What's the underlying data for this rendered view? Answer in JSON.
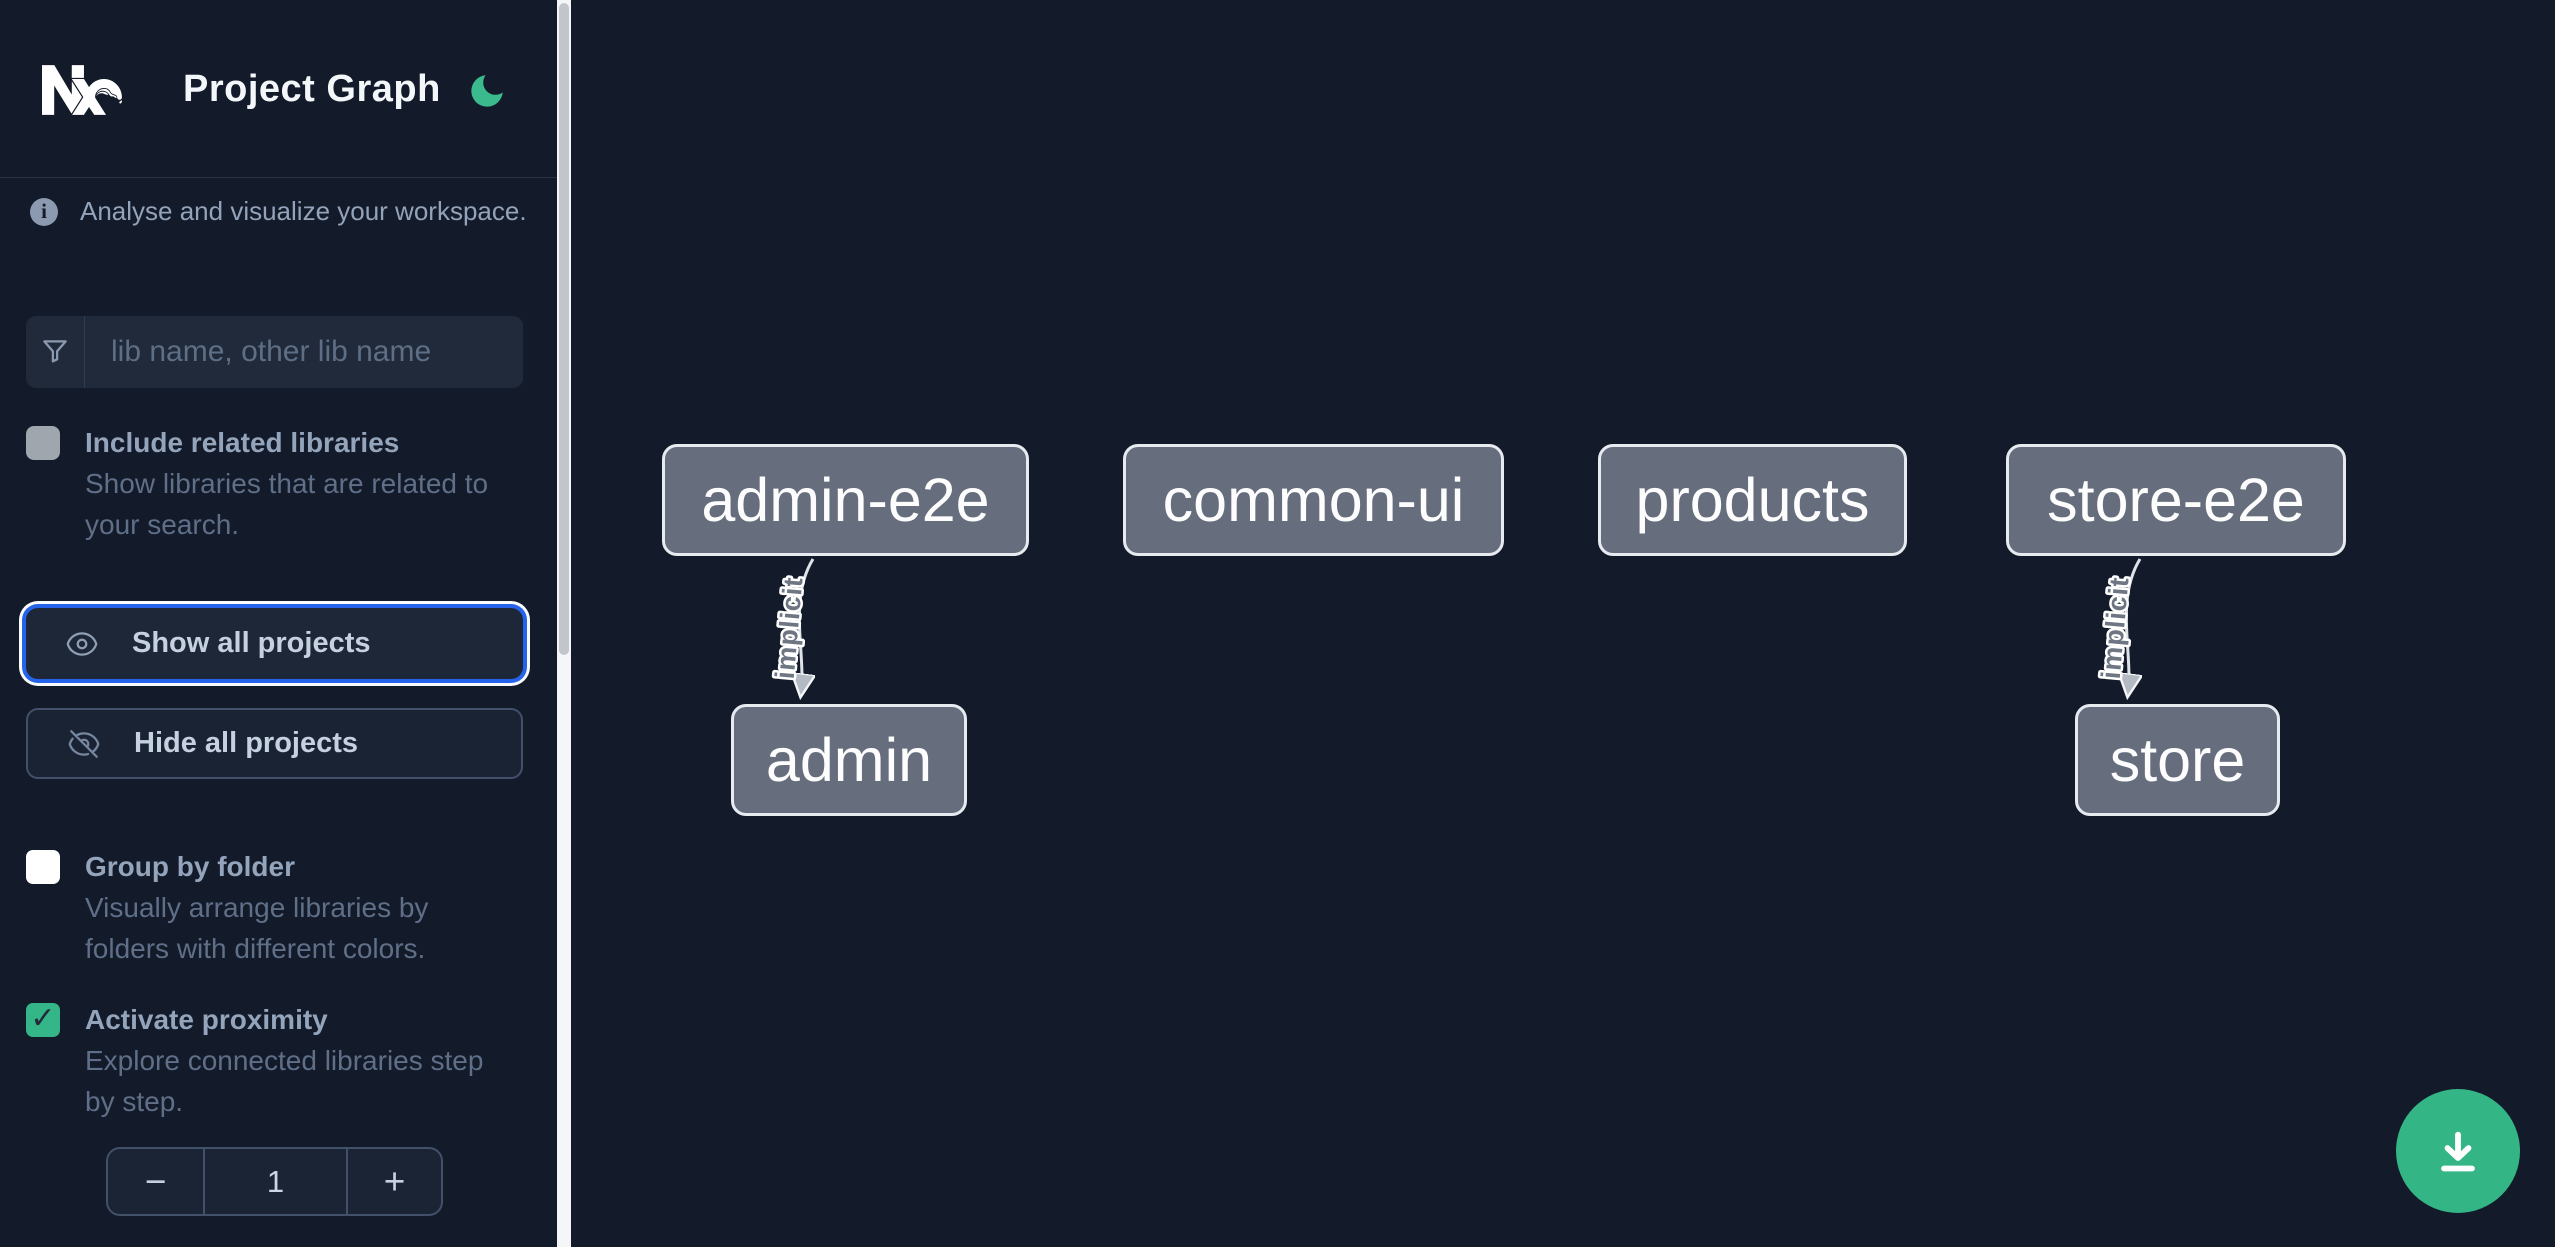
{
  "header": {
    "app_title": "Project Graph"
  },
  "sidebar": {
    "info_text": "Analyse and visualize your workspace.",
    "filter": {
      "placeholder": "lib name, other lib name"
    },
    "include_related": {
      "label": "Include related libraries",
      "description_lines": [
        "Show libraries that are related to",
        "your search."
      ],
      "checked": false
    },
    "show_all_label": "Show all projects",
    "hide_all_label": "Hide all projects",
    "group_by_folder": {
      "label": "Group by folder",
      "description_lines": [
        "Visually arrange libraries by",
        "folders with different colors."
      ],
      "checked": false
    },
    "activate_proximity": {
      "label": "Activate proximity",
      "description_lines": [
        "Explore connected libraries step",
        "by step."
      ],
      "checked": true,
      "checkmark": "✓"
    },
    "proximity_stepper": {
      "decrement_label": "−",
      "value": "1",
      "increment_label": "+"
    }
  },
  "graph": {
    "nodes": [
      {
        "label": "admin-e2e"
      },
      {
        "label": "common-ui"
      },
      {
        "label": "products"
      },
      {
        "label": "store-e2e"
      },
      {
        "label": "admin"
      },
      {
        "label": "store"
      }
    ],
    "edges": [
      {
        "from": "admin-e2e",
        "to": "admin",
        "label": "implicit"
      },
      {
        "from": "store-e2e",
        "to": "store",
        "label": "implicit"
      }
    ]
  },
  "colors": {
    "background": "#131a2a",
    "accent_green": "#34b585",
    "focus_blue": "#2563eb",
    "node_fill": "#666e7d",
    "node_border": "#e7eaef"
  }
}
